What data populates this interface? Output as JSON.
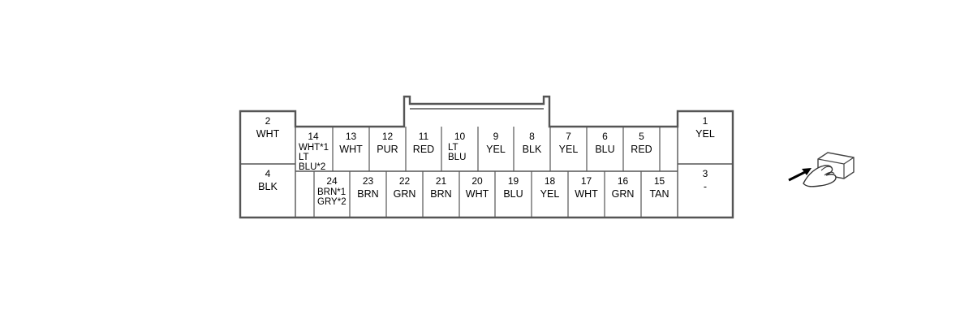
{
  "colors": {
    "stroke": "#555555",
    "fill": "#ffffff",
    "text": "#000000"
  },
  "icon": "hand-pressing-connector-icon",
  "pins": [
    {
      "id": "2",
      "num": "2",
      "lines": [
        "WHT"
      ]
    },
    {
      "id": "4",
      "num": "4",
      "lines": [
        "BLK"
      ]
    },
    {
      "id": "1",
      "num": "1",
      "lines": [
        "YEL"
      ]
    },
    {
      "id": "3",
      "num": "3",
      "lines": [
        "-"
      ]
    },
    {
      "id": "14",
      "num": "14",
      "lines": [
        "WHT*1",
        "LT",
        "BLU*2"
      ]
    },
    {
      "id": "13",
      "num": "13",
      "lines": [
        "WHT"
      ]
    },
    {
      "id": "12",
      "num": "12",
      "lines": [
        "PUR"
      ]
    },
    {
      "id": "11",
      "num": "11",
      "lines": [
        "RED"
      ]
    },
    {
      "id": "10",
      "num": "10",
      "lines": [
        "LT",
        "BLU"
      ]
    },
    {
      "id": "9",
      "num": "9",
      "lines": [
        "YEL"
      ]
    },
    {
      "id": "8",
      "num": "8",
      "lines": [
        "BLK"
      ]
    },
    {
      "id": "7",
      "num": "7",
      "lines": [
        "YEL"
      ]
    },
    {
      "id": "6",
      "num": "6",
      "lines": [
        "BLU"
      ]
    },
    {
      "id": "5",
      "num": "5",
      "lines": [
        "RED"
      ]
    },
    {
      "id": "24",
      "num": "24",
      "lines": [
        "BRN*1",
        "GRY*2"
      ]
    },
    {
      "id": "23",
      "num": "23",
      "lines": [
        "BRN"
      ]
    },
    {
      "id": "22",
      "num": "22",
      "lines": [
        "GRN"
      ]
    },
    {
      "id": "21",
      "num": "21",
      "lines": [
        "BRN"
      ]
    },
    {
      "id": "20",
      "num": "20",
      "lines": [
        "WHT"
      ]
    },
    {
      "id": "19",
      "num": "19",
      "lines": [
        "BLU"
      ]
    },
    {
      "id": "18",
      "num": "18",
      "lines": [
        "YEL"
      ]
    },
    {
      "id": "17",
      "num": "17",
      "lines": [
        "WHT"
      ]
    },
    {
      "id": "16",
      "num": "16",
      "lines": [
        "GRN"
      ]
    },
    {
      "id": "15",
      "num": "15",
      "lines": [
        "TAN"
      ]
    }
  ]
}
